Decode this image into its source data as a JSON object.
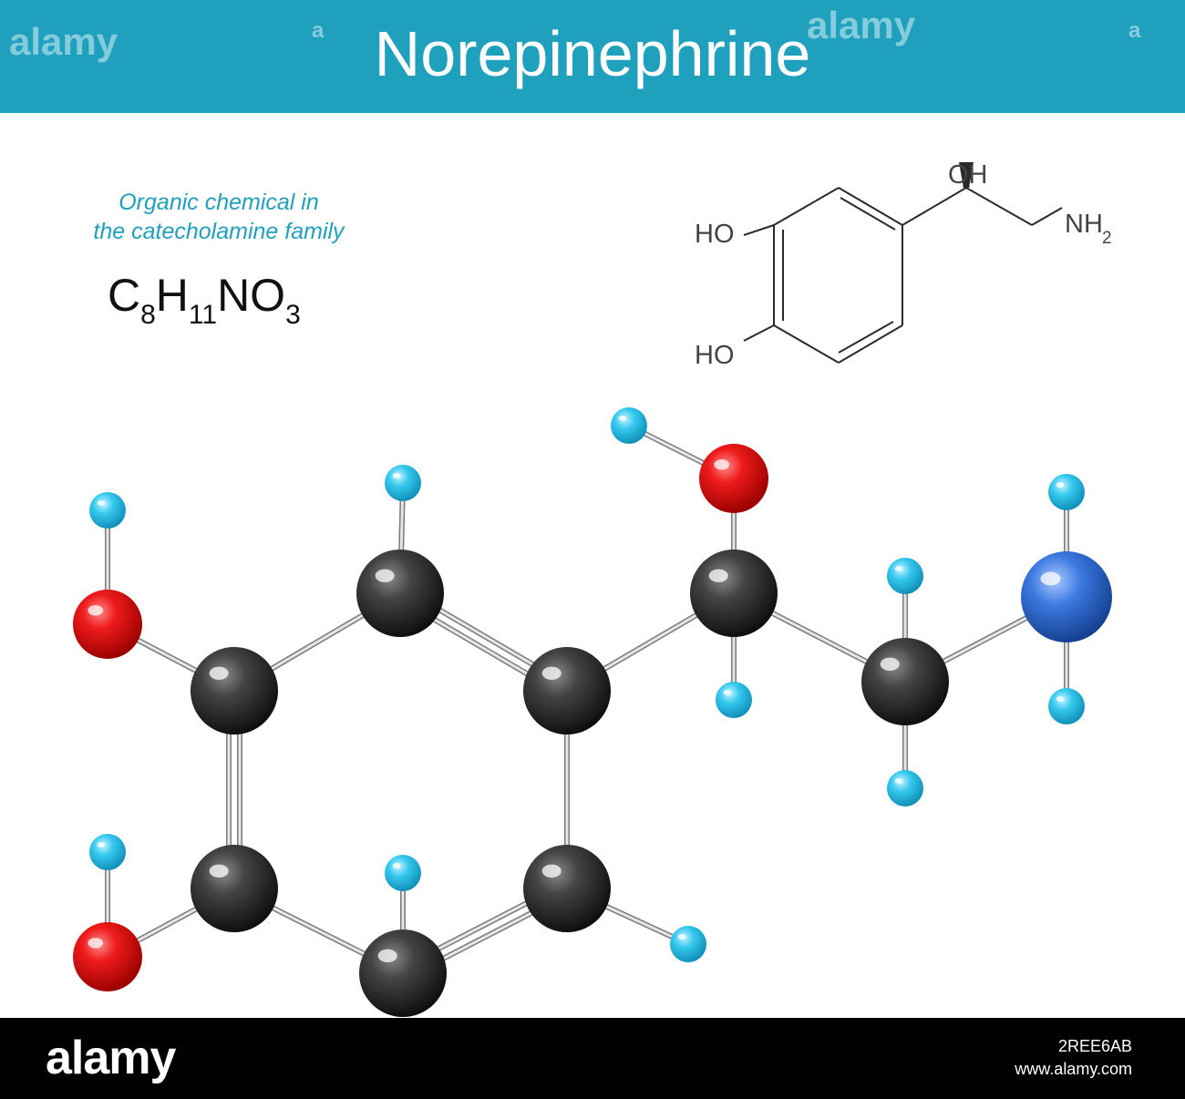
{
  "header": {
    "title": "Norepinephrine"
  },
  "watermark": {
    "brand": "alamy",
    "letter": "a"
  },
  "description": {
    "line1": "Organic chemical in",
    "line2": "the catecholamine family"
  },
  "formula": {
    "c": "C",
    "c_n": "8",
    "h": "H",
    "h_n": "11",
    "n": "N",
    "o": "O",
    "o_n": "3"
  },
  "structure_labels": {
    "oh_top": "OH",
    "ho_upper": "HO",
    "ho_lower": "HO",
    "nh": "NH",
    "nh_sub": "2"
  },
  "atom_colors": {
    "carbon": "#333333",
    "oxygen": "#e0101a",
    "nitrogen": "#2f6fd6",
    "hydrogen": "#2ec6ec"
  },
  "footer": {
    "brand": "alamy",
    "image_id": "2REE6AB",
    "url": "www.alamy.com"
  }
}
